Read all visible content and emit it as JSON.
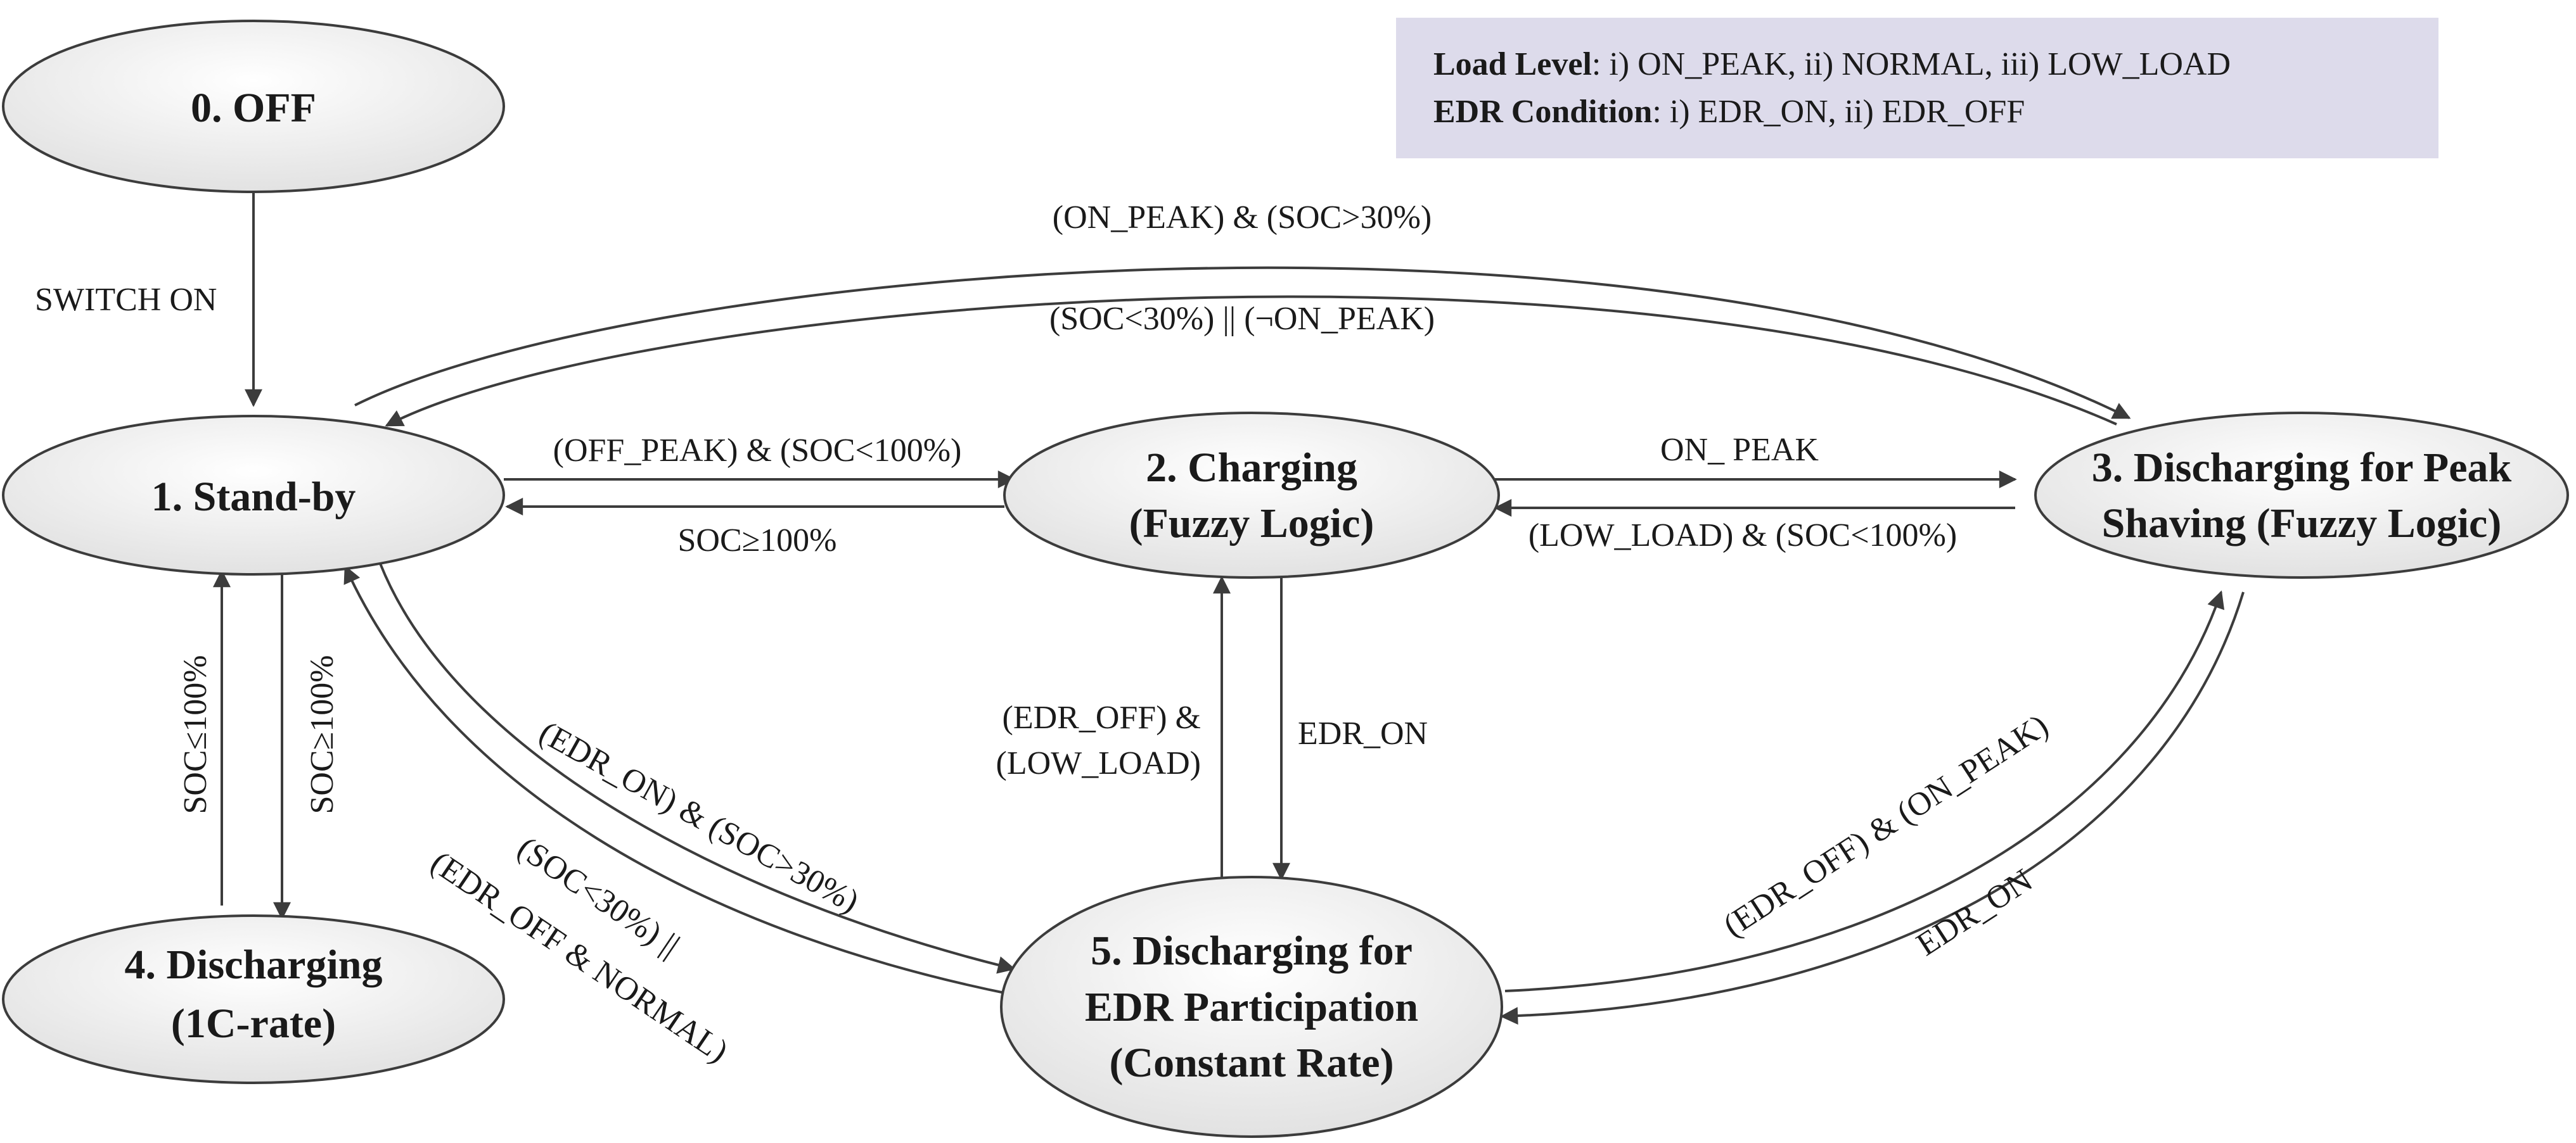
{
  "legend": {
    "load_level_key": "Load Level",
    "load_level_values": ": i) ON_PEAK, ii) NORMAL, iii) LOW_LOAD",
    "edr_condition_key": "EDR Condition",
    "edr_condition_values": ": i) EDR_ON, ii) EDR_OFF"
  },
  "states": {
    "off": [
      "0. OFF"
    ],
    "standby": [
      "1. Stand-by"
    ],
    "charging": [
      "2. Charging",
      "(Fuzzy Logic)"
    ],
    "peak_shaving": [
      "3. Discharging for Peak",
      "Shaving (Fuzzy Logic)"
    ],
    "discharging_1c": [
      "4. Discharging",
      "(1C-rate)"
    ],
    "edr": [
      "5. Discharging for",
      "EDR Participation",
      "(Constant Rate)"
    ]
  },
  "transitions": {
    "off_to_standby": "SWITCH ON",
    "standby_to_peak": "(ON_PEAK) & (SOC>30%)",
    "peak_to_standby": "(SOC<30%) || (¬ON_PEAK)",
    "standby_to_charging": "(OFF_PEAK) & (SOC<100%)",
    "charging_to_standby": "SOC≥100%",
    "charging_to_peak": "ON_ PEAK",
    "peak_to_charging": "(LOW_LOAD) & (SOC<100%)",
    "edr_to_charging": [
      "(EDR_OFF) &",
      "(LOW_LOAD)"
    ],
    "charging_to_edr": "EDR_ON",
    "discharge1c_to_standby": "SOC≤100%",
    "standby_to_discharge1c": "SOC≥100%",
    "standby_to_edr": "(EDR_ON) & (SOC>30%)",
    "edr_to_standby": [
      "(SOC<30%) ||",
      "(EDR_OFF & NORMAL)"
    ],
    "edr_to_peak": "(EDR_OFF) & (ON_PEAK)",
    "peak_to_edr": "EDR_ON"
  },
  "colors": {
    "legend_background": "#dddbeb",
    "ellipse_fill_light": "#ffffff",
    "ellipse_fill_dark": "#e2e2e2",
    "stroke": "#3c3c3c"
  }
}
